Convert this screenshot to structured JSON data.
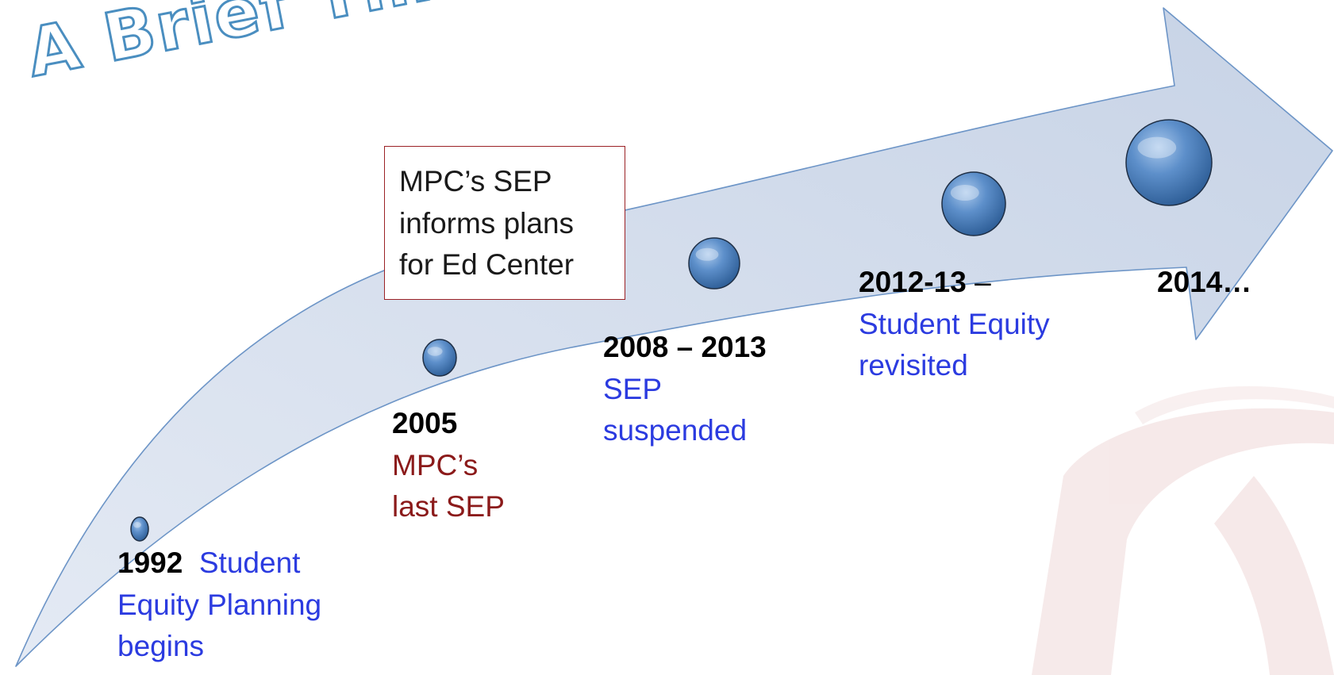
{
  "title": "A Brief Timeline",
  "note_box": [
    "MPC’s SEP",
    "informs plans",
    "for Ed Center"
  ],
  "events": [
    {
      "year": "1992",
      "lines": [
        "Student",
        "Equity Planning",
        "begins"
      ]
    },
    {
      "year": "2005",
      "lines": [
        "MPC’s",
        "last SEP"
      ]
    },
    {
      "year": "2008 – 2013",
      "lines": [
        "SEP",
        "suspended"
      ]
    },
    {
      "year": "2012-13",
      "dash": " –",
      "lines": [
        "Student Equity",
        "revisited"
      ]
    },
    {
      "year": "2014…",
      "lines": []
    }
  ],
  "colors": {
    "arrow_fill": "#d3dceb",
    "arrow_edge": "#6d95c7",
    "milestone": "#4f81bd",
    "event_text_blue": "#2b3be0",
    "event_text_red": "#8b1a1a",
    "note_border": "#9b2226",
    "logo_tint": "#f1dede"
  },
  "icons": {
    "milestone": "circle-milestone",
    "arrow": "curved-arrow",
    "logo": "watermark-logo"
  }
}
